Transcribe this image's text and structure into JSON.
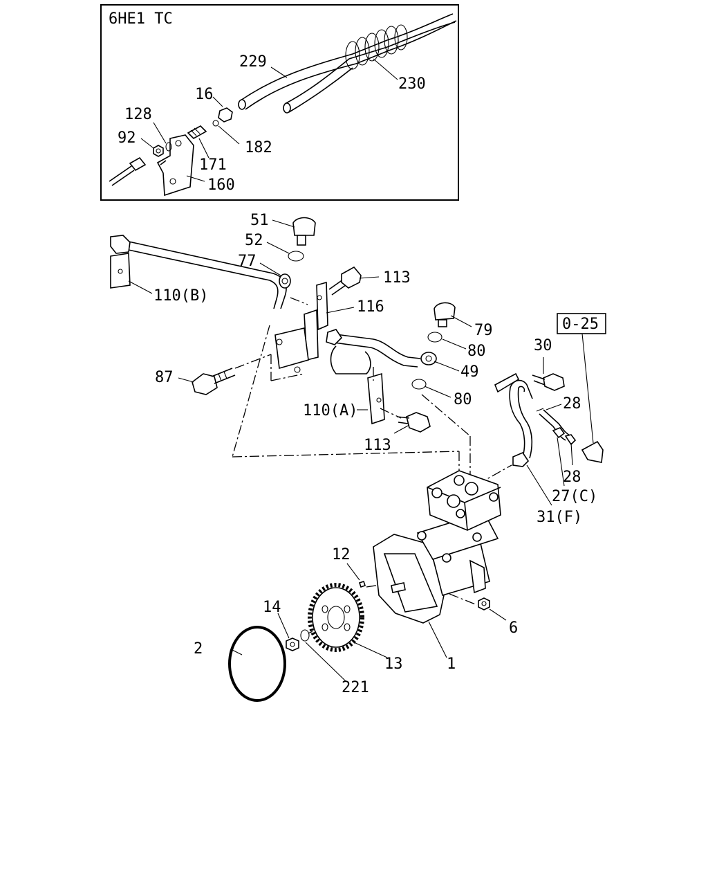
{
  "inset": {
    "title": "6HE1 TC"
  },
  "reference_box": "0-25",
  "callouts": {
    "c229": "229",
    "c230": "230",
    "c16": "16",
    "c128": "128",
    "c92": "92",
    "c182": "182",
    "c171": "171",
    "c160": "160",
    "c51": "51",
    "c52": "52",
    "c77": "77",
    "c113a": "113",
    "c116": "116",
    "c110b": "110(B)",
    "c79": "79",
    "c80a": "80",
    "c49": "49",
    "c80b": "80",
    "c87": "87",
    "c110a": "110(A)",
    "c113b": "113",
    "c30": "30",
    "c28a": "28",
    "c28b": "28",
    "c27c": "27(C)",
    "c31f": "31(F)",
    "c12": "12",
    "c14": "14",
    "c6": "6",
    "c2": "2",
    "c13": "13",
    "c1": "1",
    "c221": "221"
  },
  "icons": {
    "gear": "gear-icon",
    "o_ring": "o-ring-icon",
    "compressor": "air-compressor-icon",
    "bolt": "bolt-icon"
  }
}
